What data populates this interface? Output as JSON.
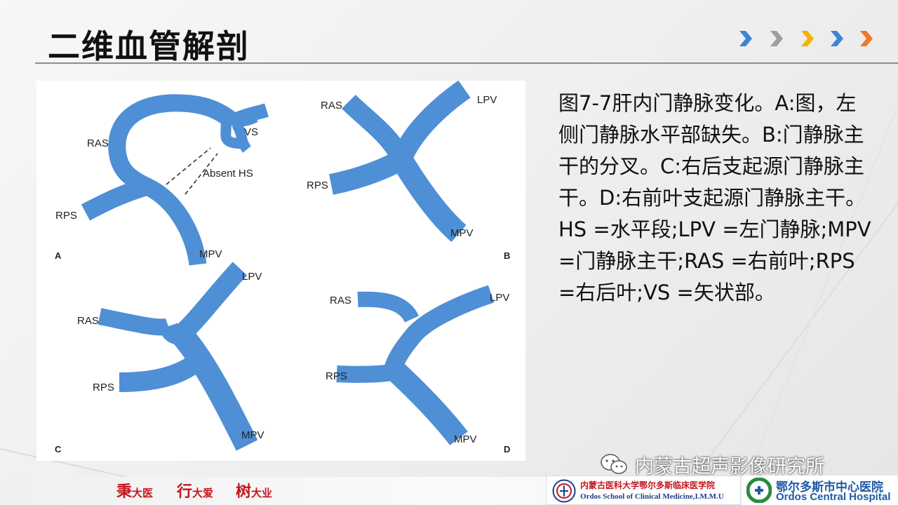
{
  "slide": {
    "title": "二维血管解剖",
    "caption": "图7-7肝内门静脉变化。A:图，左侧门静脉水平部缺失。B:门静脉主干的分叉。C:右后支起源门静脉主干。D:右前叶支起源门静脉主干。HS =水平段;LPV =左门静脉;MPV =门静脉主干;RAS =右前叶;RPS =右后叶;VS =矢状部。",
    "nav_chevron_colors": [
      "#3a86d4",
      "#9e9e9e",
      "#f2b400",
      "#3a86d4",
      "#f07a2a"
    ]
  },
  "figure": {
    "vessel_color": "#4f8fd6",
    "panels": [
      {
        "letter": "A",
        "labels": {
          "ras": "RAS",
          "rps": "RPS",
          "mpv": "MPV",
          "vs": "VS",
          "absent": "Absent HS"
        }
      },
      {
        "letter": "B",
        "labels": {
          "ras": "RAS",
          "rps": "RPS",
          "mpv": "MPV",
          "lpv": "LPV"
        }
      },
      {
        "letter": "C",
        "labels": {
          "ras": "RAS",
          "rps": "RPS",
          "mpv": "MPV",
          "lpv": "LPV"
        }
      },
      {
        "letter": "D",
        "labels": {
          "ras": "RAS",
          "rps": "RPS",
          "mpv": "MPV",
          "lpv": "LPV"
        }
      }
    ]
  },
  "footer": {
    "motto": [
      {
        "char": "秉",
        "rest": "大医"
      },
      {
        "char": "行",
        "rest": "大爱"
      },
      {
        "char": "树",
        "rest": "大业"
      }
    ],
    "wechat_name": "内蒙古超声影像研究所",
    "school_cn": "内蒙古医科大学鄂尔多斯临床医学院",
    "school_en": "Ordos School of Clinical Medicine,I.M.M.U",
    "hospital_cn": "鄂尔多斯市中心医院",
    "hospital_en": "Ordos Central Hospital"
  }
}
